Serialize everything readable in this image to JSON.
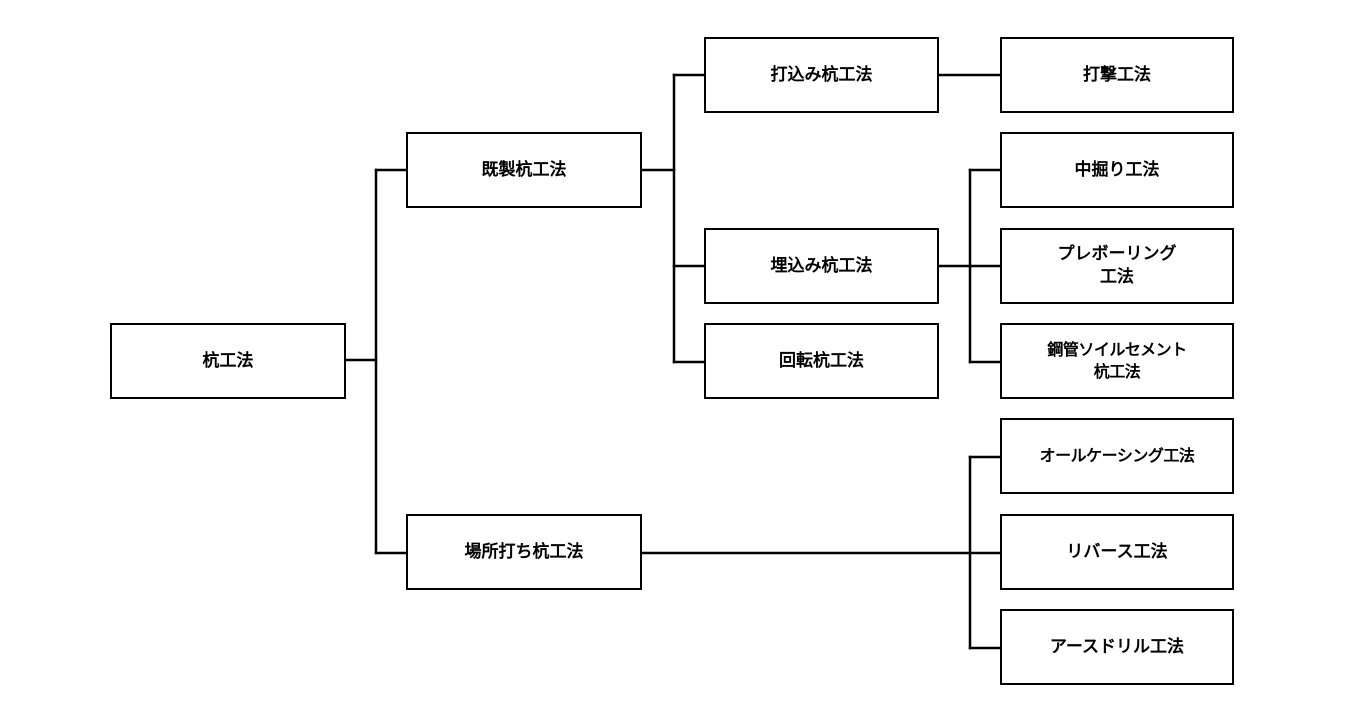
{
  "diagram": {
    "nodes": {
      "root": "杭工法",
      "prefab": "既製杭工法",
      "cast_in_place": "場所打ち杭工法",
      "driven": "打込み杭工法",
      "embedded": "埋込み杭工法",
      "rotary": "回転杭工法",
      "impact": "打撃工法",
      "inner_excavation": "中掘り工法",
      "pre_boring": "プレボーリング\n工法",
      "steel_soil_cement": "鋼管ソイルセメント\n杭工法",
      "all_casing": "オールケーシング工法",
      "reverse": "リバース工法",
      "earth_drill": "アースドリル工法"
    },
    "colors": {
      "line": "#000000",
      "box_border": "#000000",
      "box_fill": "#ffffff",
      "text": "#000000"
    }
  }
}
